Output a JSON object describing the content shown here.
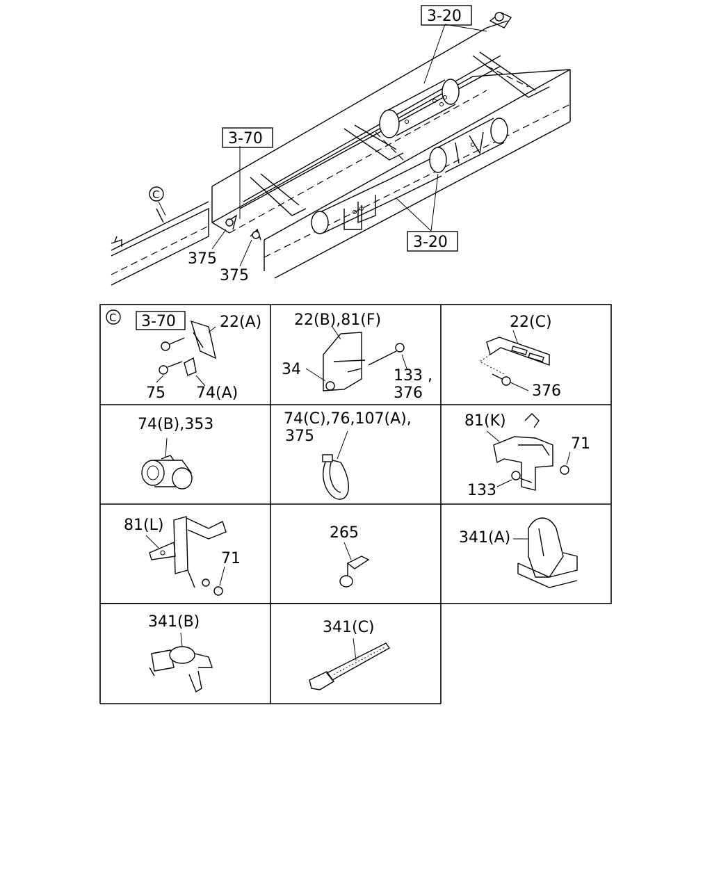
{
  "overview": {
    "ref_top": "3-20",
    "ref_left": "3-70",
    "ref_bottom": "3-20",
    "circle_c": "C",
    "part_375_a": "375",
    "part_375_b": "375"
  },
  "cells": {
    "c1": {
      "circle": "C",
      "ref": "3-70",
      "l1": "22(A)",
      "l2": "75",
      "l3": "74(A)"
    },
    "c2": {
      "l1": "22(B),81(F)",
      "l2": "34",
      "l3": "133 ,",
      "l4": "376"
    },
    "c3": {
      "l1": "22(C)",
      "l2": "376"
    },
    "c4": {
      "l1": "74(B),353"
    },
    "c5": {
      "l1": "74(C),76,107(A),",
      "l2": "375"
    },
    "c6": {
      "l1": "81(K)",
      "l2": "71",
      "l3": "133"
    },
    "c7": {
      "l1": "81(L)",
      "l2": "71"
    },
    "c8": {
      "l1": "265"
    },
    "c9": {
      "l1": "341(A)"
    },
    "c10": {
      "l1": "341(B)"
    },
    "c11": {
      "l1": "341(C)"
    }
  }
}
